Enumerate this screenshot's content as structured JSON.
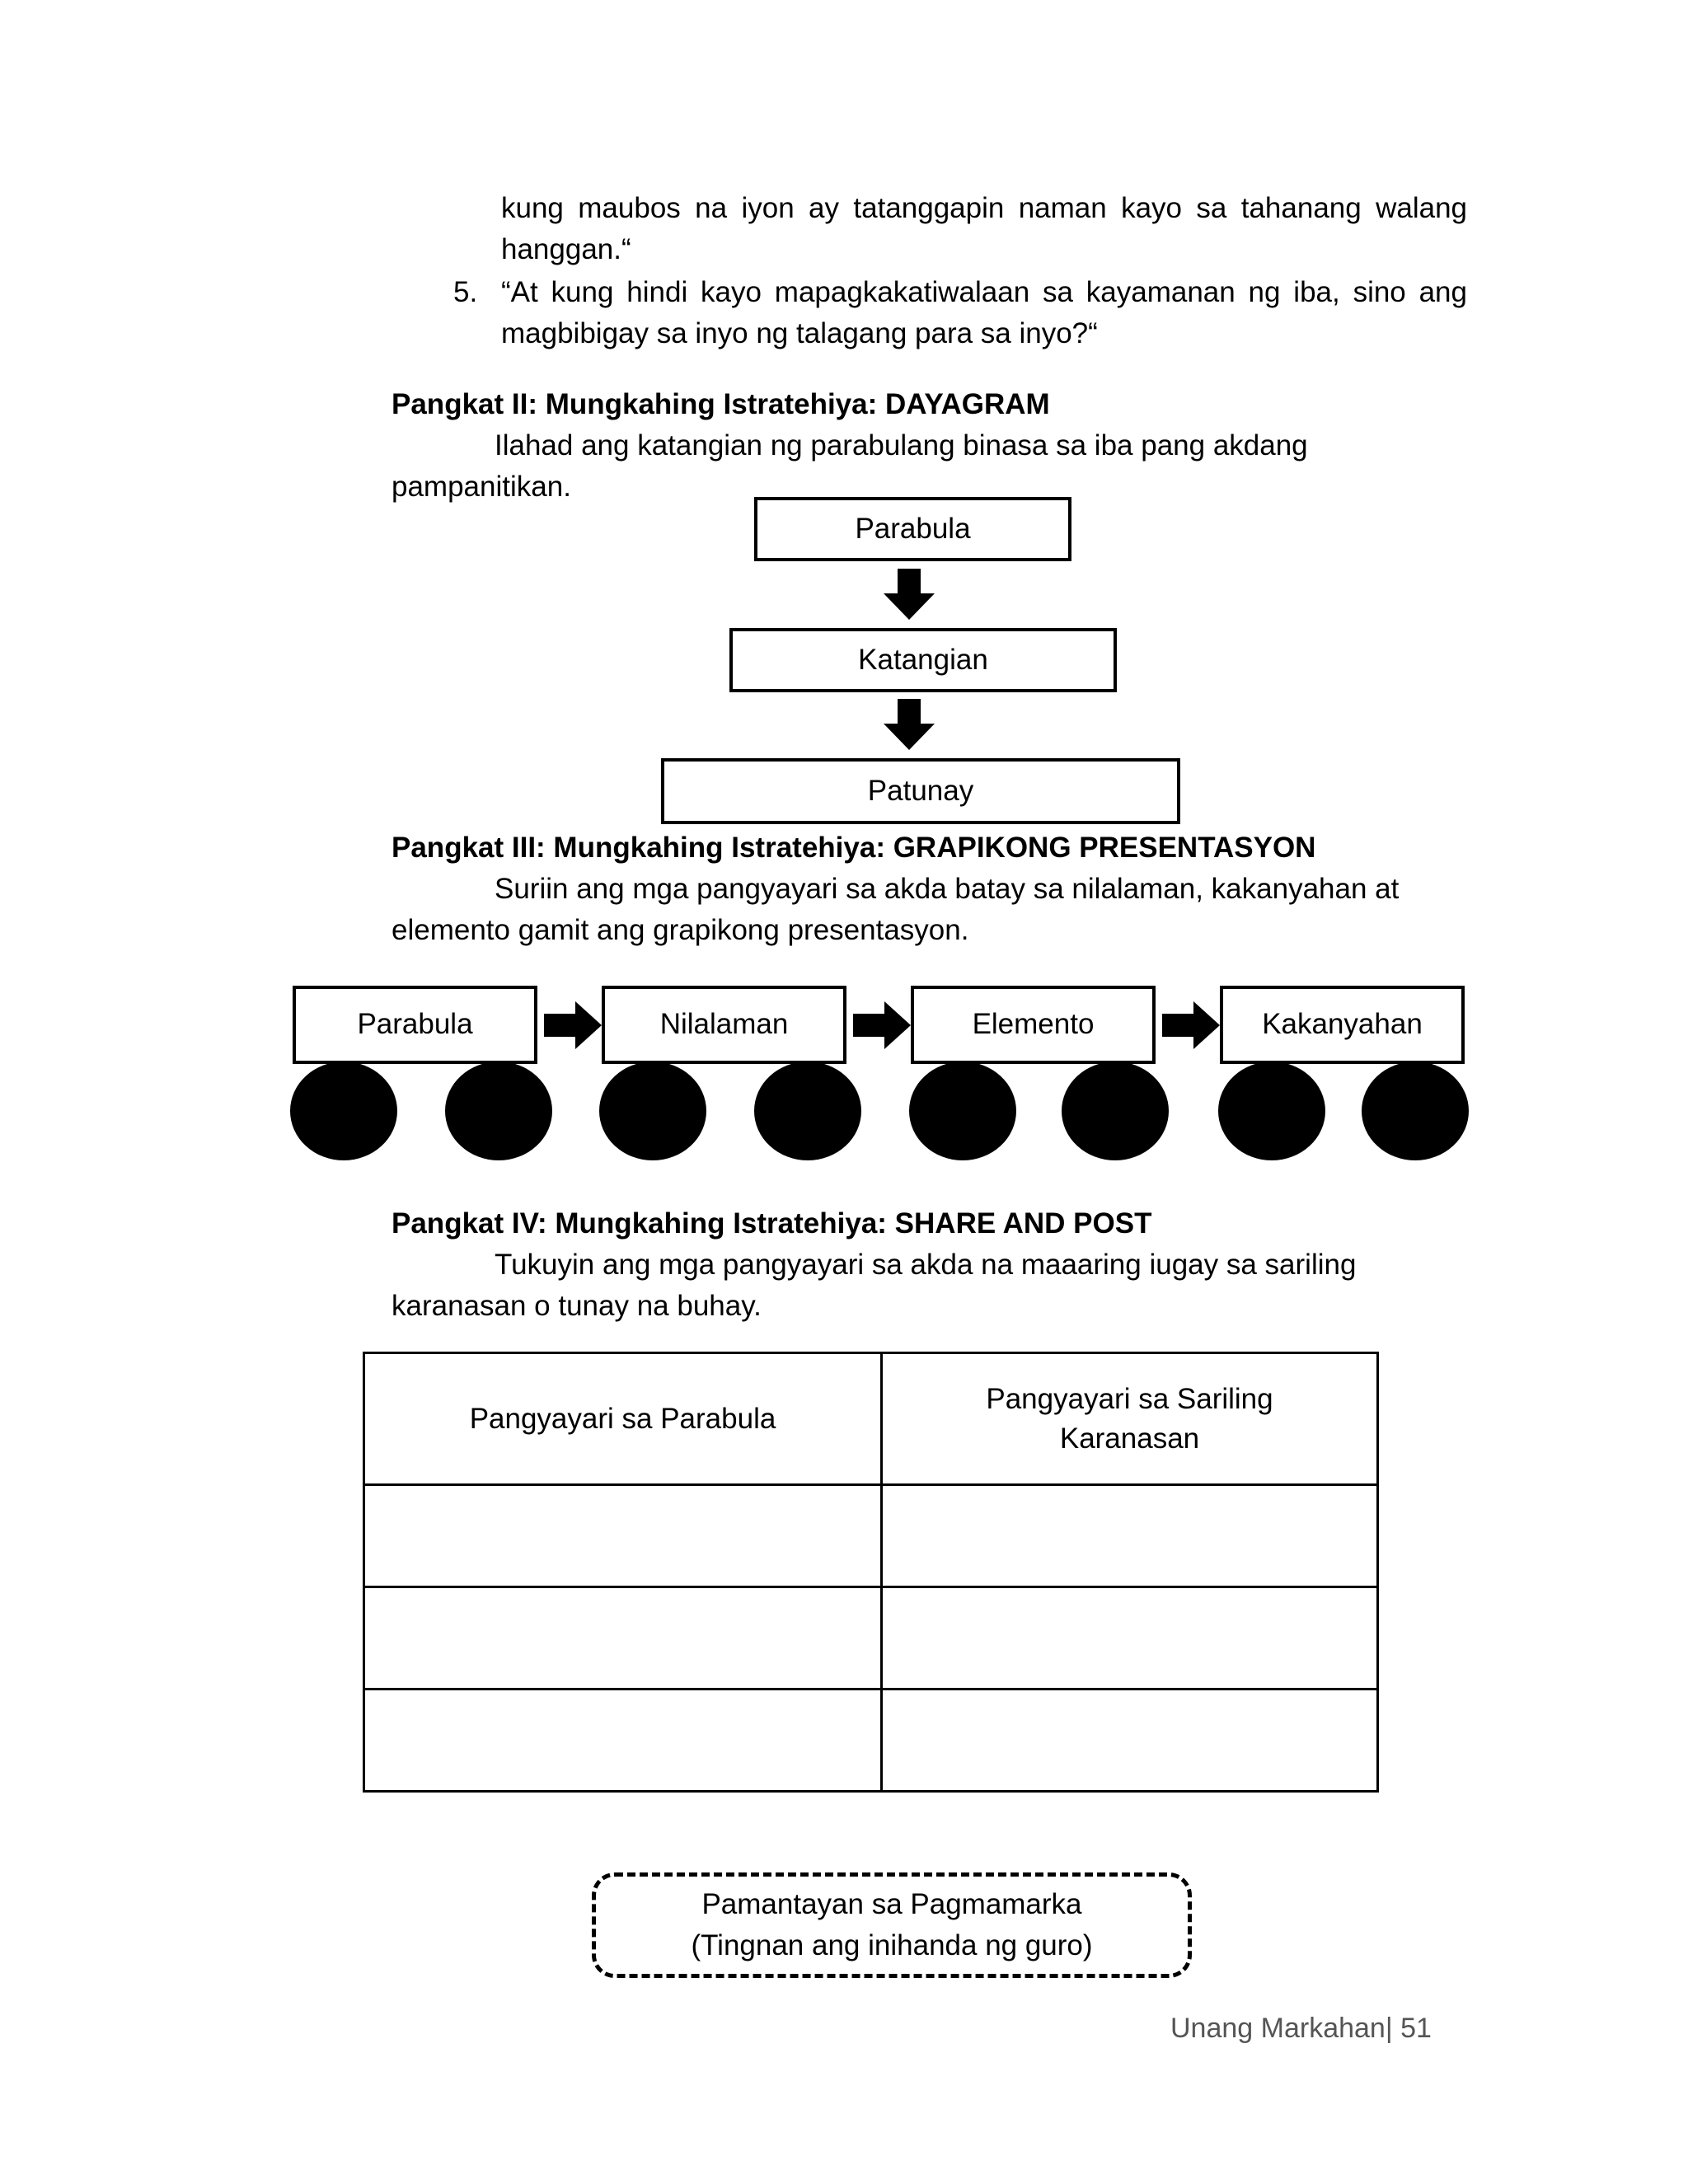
{
  "body_text": {
    "quote_continuation": "kung maubos na iyon ay tatanggapin naman kayo sa tahanang walang hanggan.“",
    "list_items": [
      {
        "number": "5.",
        "text": "“At kung hindi kayo mapagkakatiwalaan sa kayamanan   ng iba, sino ang magbibigay sa inyo ng talagang para sa inyo?“"
      }
    ]
  },
  "pangkat2": {
    "heading": "Pangkat II: Mungkahing Istratehiya: DAYAGRAM",
    "instruction": "Ilahad ang katangian ng parabulang binasa sa iba pang akdang pampanitikan.",
    "diagram": {
      "type": "vertical-flow",
      "boxes": [
        {
          "label": "Parabula"
        },
        {
          "label": "Katangian"
        },
        {
          "label": "Patunay"
        }
      ],
      "connector_icon": "arrow-down-icon"
    }
  },
  "pangkat3": {
    "heading": "Pangkat III: Mungkahing Istratehiya: GRAPIKONG PRESENTASYON",
    "instruction": "Suriin ang mga pangyayari sa akda batay sa nilalaman, kakanyahan at elemento gamit ang grapikong presentasyon.",
    "diagram": {
      "type": "horizontal-flow",
      "boxes": [
        {
          "label": "Parabula"
        },
        {
          "label": "Nilalaman"
        },
        {
          "label": "Elemento"
        },
        {
          "label": "Kakanyahan"
        }
      ],
      "connector_icon": "arrow-right-icon",
      "blob_count": 8
    }
  },
  "pangkat4": {
    "heading": "Pangkat IV: Mungkahing Istratehiya: SHARE AND POST",
    "instruction": "Tukuyin ang mga pangyayari sa akda na maaaring iugay sa sariling karanasan o tunay na buhay.",
    "table": {
      "headers": [
        "Pangyayari sa Parabula",
        "Pangyayari sa Sariling Karanasan"
      ],
      "rows": [
        [
          "",
          ""
        ],
        [
          "",
          ""
        ],
        [
          "",
          ""
        ]
      ]
    }
  },
  "note": {
    "line1": "Pamantayan sa Pagmamarka",
    "line2": "(Tingnan ang inihanda ng guro)"
  },
  "footer": {
    "text": "Unang Markahan| 51"
  },
  "colors": {
    "ink": "#000000",
    "footer_text": "#555555",
    "page_background": "#ffffff"
  }
}
